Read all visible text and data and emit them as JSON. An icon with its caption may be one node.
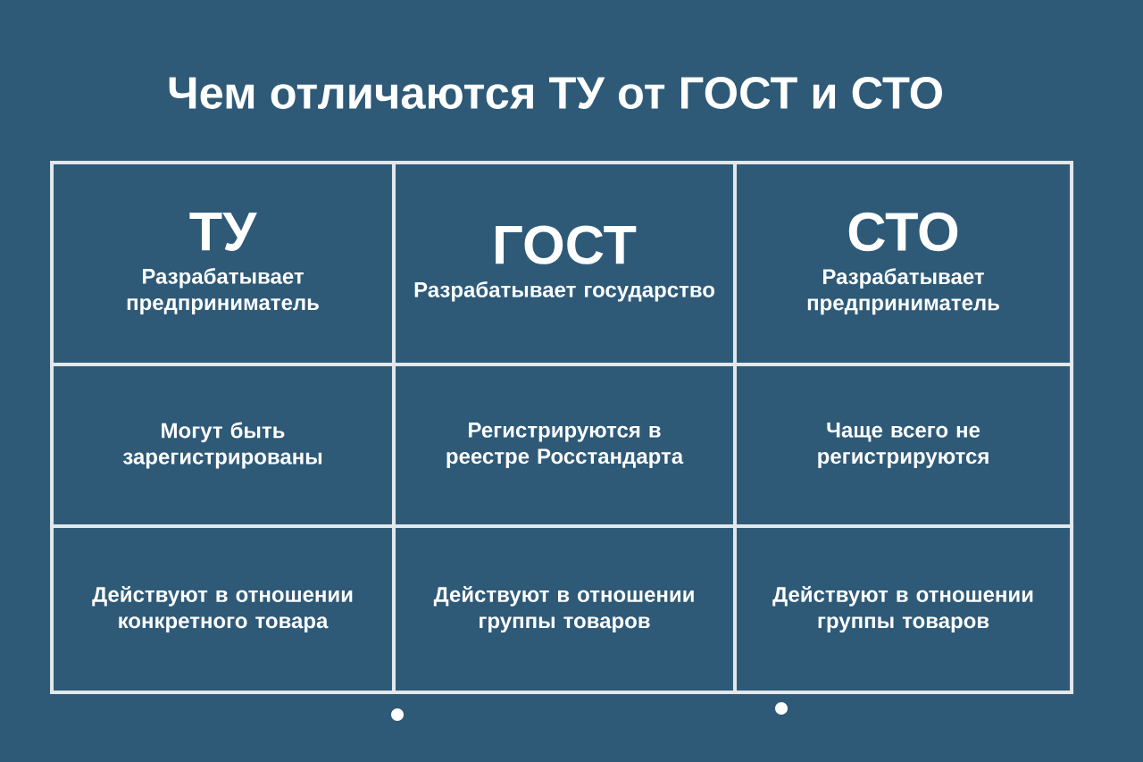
{
  "diagram": {
    "title": "Чем отличаются ТУ от ГОСТ и СТО",
    "nodes": [
      {
        "text": [
          "ТУ",
          "Разрабатывает предприниматель"
        ]
      },
      {
        "text": [
          "ГОСТ",
          "Разрабатывает государство"
        ]
      },
      {
        "text": [
          "СТО",
          "Разрабатывает предприниматель"
        ]
      },
      {
        "text": [
          "Могут быть зарегистрированы"
        ]
      },
      {
        "text": [
          "Регистрируются в реестре Росстандарта"
        ]
      },
      {
        "text": [
          "Чаще всего не регистрируются"
        ]
      },
      {
        "text": [
          "Действуют в отношении конкретного товара"
        ]
      },
      {
        "text": [
          "Действуют в отношении группы товаров"
        ]
      },
      {
        "text": [
          "Действуют в отношении группы товаров"
        ]
      }
    ]
  }
}
